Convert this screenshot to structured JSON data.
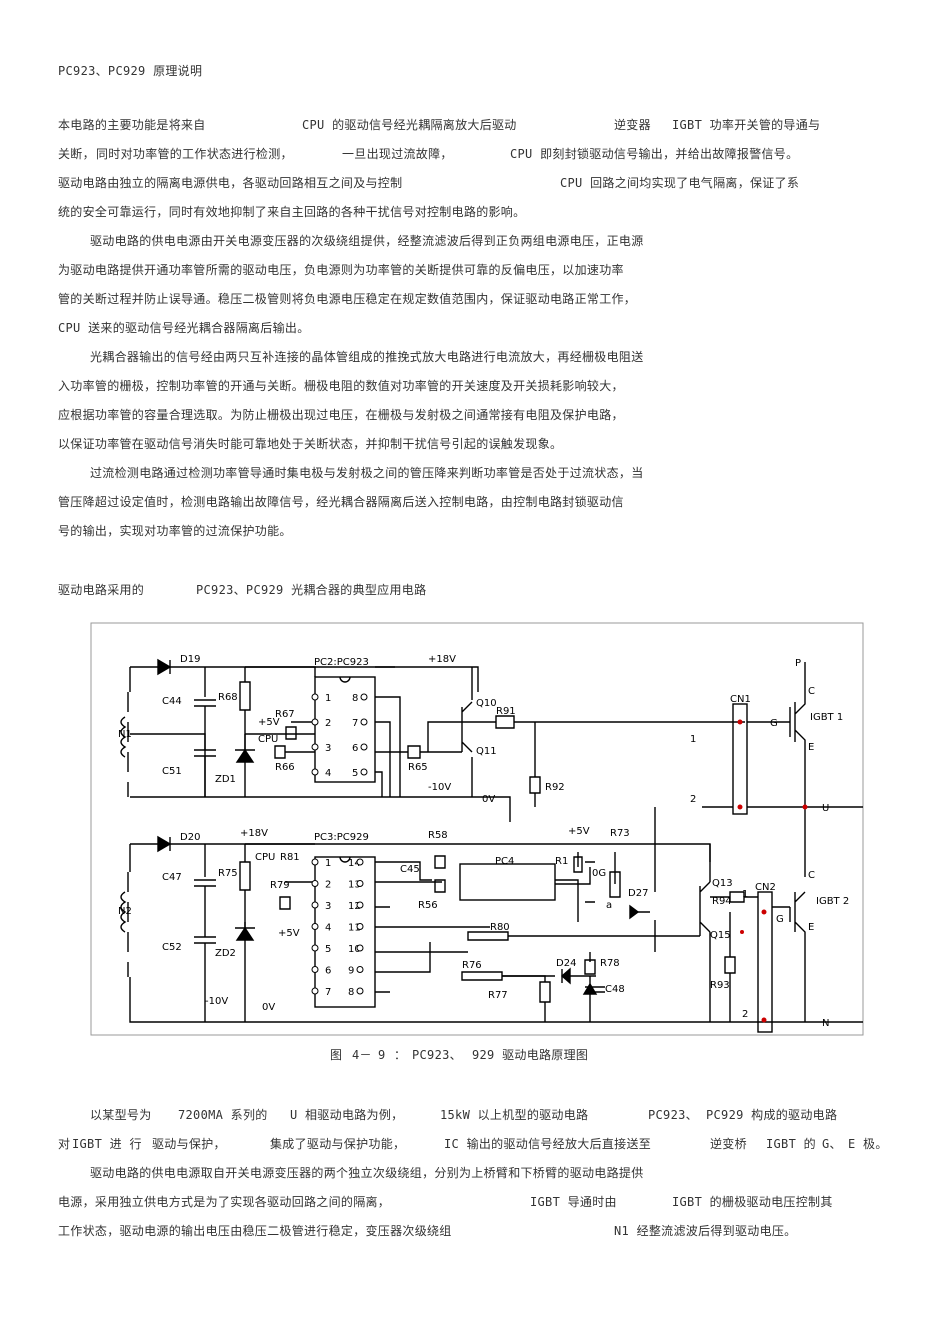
{
  "doc": {
    "title": "PC923、PC929 原理说明",
    "para1": [
      [
        "本电路的主要功能是将来自",
        "CPU 的驱动信号经光耦隔离放大后驱动",
        "逆变器",
        "IGBT 功率开关管的导通与"
      ],
      [
        "关断，",
        "同时对功率管的工作状态进行检测，",
        "一旦出现过流故障，",
        "CPU 即刻封锁驱动信号输出，并给出故障报警信号。"
      ],
      [
        "驱动电路由独立的隔离电源供电，各驱动回路相互之间及与控制",
        "CPU 回路之间均实现了电气隔离，保证了系"
      ],
      [
        "统的安全可靠运行，同时有效地抑制了来自主回路的各种干扰信号对控制电路的影响。"
      ]
    ],
    "para2": [
      "驱动电路的供电电源由开关电源变压器的次级绕组提供，经整流滤波后得到正负两组电源电压，正电源",
      "为驱动电路提供开通功率管所需的驱动电压，负电源则为功率管的关断提供可靠的反偏电压，以加速功率",
      "管的关断过程并防止误导通。稳压二极管则将负电源电压稳定在规定数值范围内，保证驱动电路正常工作，",
      "CPU 送来的驱动信号经光耦合器隔离后输出。"
    ],
    "para3": [
      "光耦合器输出的信号经由两只互补连接的晶体管组成的推挽式放大电路进行电流放大，再经栅极电阻送",
      "入功率管的栅极，控制功率管的开通与关断。栅极电阻的数值对功率管的开关速度及开关损耗影响较大，",
      "应根据功率管的容量合理选取。为防止栅极出现过电压，在栅极与发射极之间通常接有电阻及保护电路，",
      "以保证功率管在驱动信号消失时能可靠地处于关断状态，并抑制干扰信号引起的误触发现象。"
    ],
    "para4": [
      "过流检测电路通过检测功率管导通时集电极与发射极之间的管压降来判断功率管是否处于过流状态，当",
      "管压降超过设定值时，检测电路输出故障信号，经光耦合器隔离后送入控制电路，由控制电路封锁驱动信",
      "号的输出，实现对功率管的过流保护功能。"
    ],
    "section_title": [
      "驱动电路采用的",
      "PC923、PC929 光耦合器的典型应用电路"
    ],
    "caption": [
      "图",
      "4－",
      "9",
      "：",
      "PC923、",
      "929 驱动电路原理图"
    ],
    "para5": [
      [
        "以某型号为",
        "7200MA 系列的",
        "U 相驱动电路为例，",
        "15kW 以上机型的驱动电路",
        "PC923、",
        "PC929 构成的驱动电路"
      ],
      [
        "对",
        "IGBT 进 行",
        "驱动与保护，",
        "集成了驱动与保护功能，",
        "IC 输出的驱动信号经放大后直接送至",
        "逆变桥",
        "IGBT 的",
        "G、",
        "E 极。"
      ]
    ],
    "para6": [
      [
        "驱动电路的供电电源取自开关电源变压器的两个独立次级绕组，分别为上桥臂和下桥臂的驱动电路提供"
      ],
      [
        "电源，采用独立供电方式是为了实现各驱动回路之间的隔离，",
        "IGBT 导通时由",
        "IGBT 的栅极驱动电压控制其"
      ],
      [
        "工作状态，驱动电源的输出电压由稳压二极管进行稳定，变压器次级绕组",
        "N1 经整流滤波后得到驱动电压。"
      ]
    ]
  },
  "schematic": {
    "labels": {
      "d19": "D19",
      "d20": "D20",
      "c44": "C44",
      "c51": "C51",
      "c47": "C47",
      "c52": "C52",
      "r68": "R68",
      "r75": "R75",
      "zd1": "ZD1",
      "zd2": "ZD2",
      "n1": "N1",
      "n2": "N2",
      "pc2": "PC2:PC923",
      "pc3": "PC3:PC929",
      "p18v_top": "+18V",
      "p18v_bot": "+18V",
      "r67": "R67",
      "p5v_a": "+5V",
      "cpu_a": "CPU",
      "r66": "R66",
      "r65": "R65",
      "n10v_top": "-10V",
      "n10v_bot": "-10V",
      "ov_top": "0V",
      "ov_bot": "0V",
      "q10": "Q10",
      "q11": "Q11",
      "r91": "R91",
      "r92": "R92",
      "cn1": "CN1",
      "cn2": "CN2",
      "p": "P",
      "u": "U",
      "n": "N",
      "igbt1": "IGBT 1",
      "igbt2": "IGBT 2",
      "g1": "G",
      "g2": "G",
      "c1": "C",
      "c2": "C",
      "e1": "E",
      "e2": "E",
      "cpu_b": "CPU",
      "r81": "R81",
      "r79": "R79",
      "p5v_b": "+5V",
      "r58": "R58",
      "c45": "C45",
      "r56": "R56",
      "pc4": "PC4",
      "r1": "R1",
      "p5v_c": "+5V",
      "ov_c": "0G",
      "r73": "R73",
      "d27": "D27",
      "a": "a",
      "r80": "R80",
      "r76": "R76",
      "r77": "R77",
      "d24": "D24",
      "r78": "R78",
      "c48": "C48",
      "q13": "Q13",
      "q15": "Q15",
      "r94": "R94",
      "r93": "R93",
      "w1": "1",
      "w2": "2",
      "w3": "1",
      "w4": "2"
    },
    "pc2_pins_left": [
      "1",
      "2",
      "3",
      "4"
    ],
    "pc2_pins_right": [
      "8",
      "7",
      "6",
      "5"
    ],
    "pc3_pins_left": [
      "1",
      "2",
      "3",
      "4",
      "5",
      "6",
      "7"
    ],
    "pc3_pins_right": [
      "14",
      "13",
      "12",
      "11",
      "10",
      "9",
      "8"
    ]
  }
}
